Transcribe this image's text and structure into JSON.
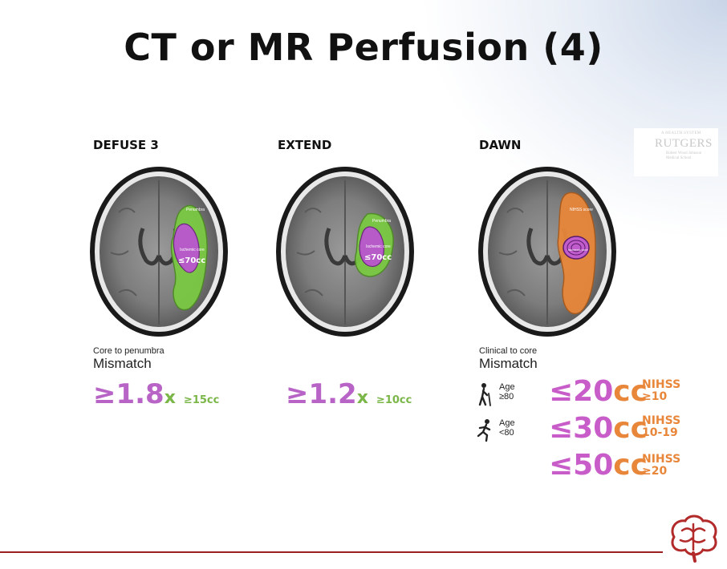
{
  "slide": {
    "title": "CT or MR Perfusion (4)"
  },
  "panels": [
    {
      "title": "DEFUSE 3",
      "penumbra_label": "Penumbra",
      "core_label": "Ischemic core",
      "core_volume": "≤70cc"
    },
    {
      "title": "EXTEND",
      "penumbra_label": "Penumbra",
      "core_label": "Ischemic core",
      "core_volume": "≤70cc"
    },
    {
      "title": "DAWN",
      "penumbra_label": "NIHSS score",
      "core_label": "Ischemic core"
    }
  ],
  "defuse": {
    "small_label": "Core to penumbra",
    "big_label": "Mismatch",
    "ratio": "≥1.8",
    "ratio_x": "x",
    "volume": "≥15cc"
  },
  "extend": {
    "ratio": "≥1.2",
    "ratio_x": "x",
    "volume": "≥10cc"
  },
  "dawn": {
    "small_label": "Clinical to core",
    "big_label": "Mismatch",
    "ages": [
      {
        "line1": "Age",
        "line2": "≥80",
        "icon": "elderly-person-icon"
      },
      {
        "line1": "Age",
        "line2": "<80",
        "icon": "running-person-icon"
      }
    ],
    "thresholds": [
      {
        "symbol": "≤",
        "value": "20",
        "unit": "cc",
        "nihss_label": "NIHSS",
        "nihss_value": "≥10"
      },
      {
        "symbol": "≤",
        "value": "30",
        "unit": "cc",
        "nihss_label": "NIHSS",
        "nihss_value": "10-19"
      },
      {
        "symbol": "≤",
        "value": "50",
        "unit": "cc",
        "nihss_label": "NIHSS",
        "nihss_value": "≥20"
      }
    ]
  },
  "branding": {
    "top_line": "A HEALTH SYSTEM",
    "name": "RUTGERS",
    "sub_line1": "Robert Wood Johnson",
    "sub_line2": "Medical School"
  },
  "colors": {
    "core_purple": "#b863c6",
    "penumbra_green": "#7ab648",
    "dawn_orange": "#e8863a",
    "accent_red": "#9a1f1f"
  }
}
